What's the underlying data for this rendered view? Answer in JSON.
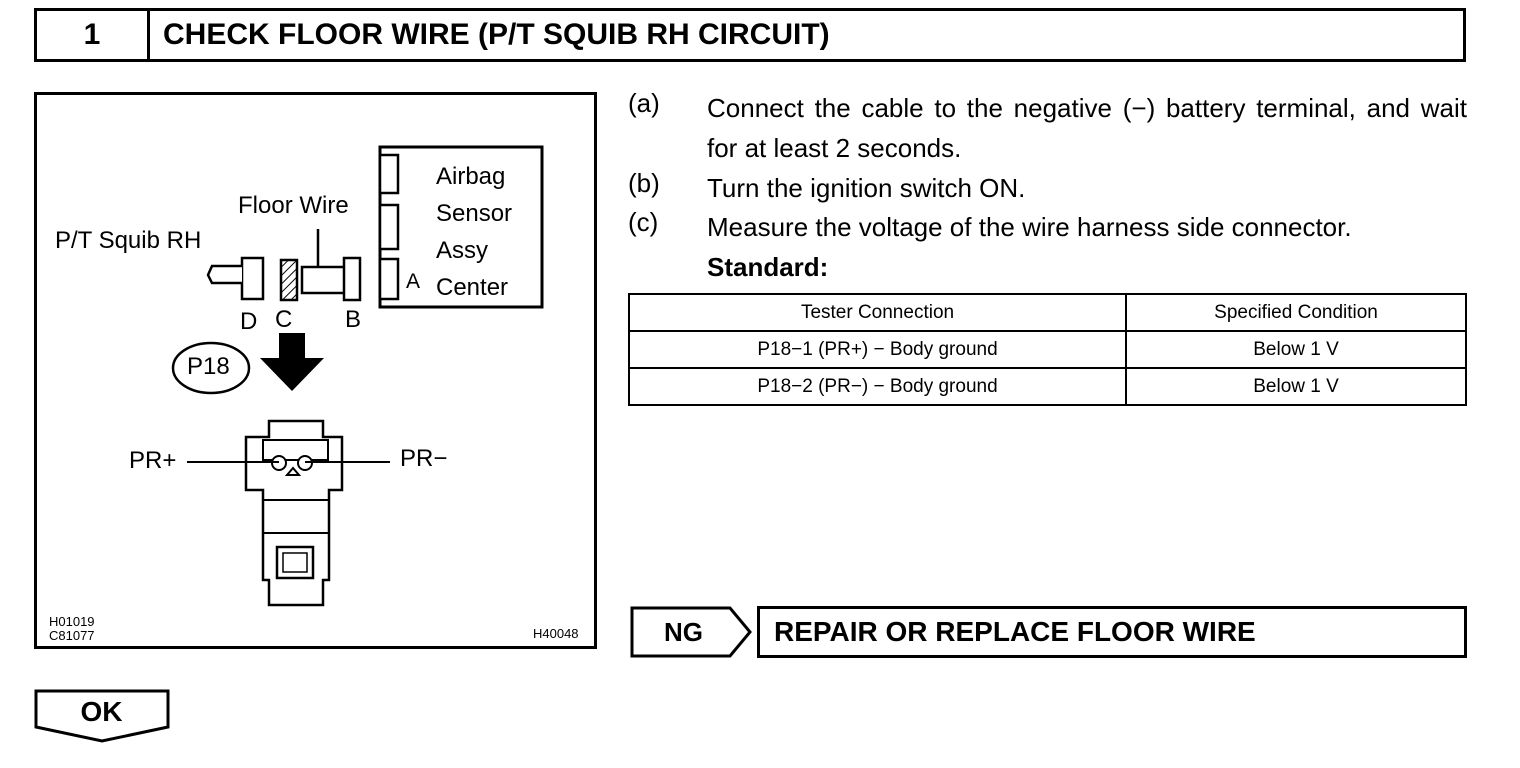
{
  "header": {
    "step_number": "1",
    "title": "CHECK FLOOR WIRE (P/T SQUIB RH CIRCUIT)"
  },
  "figure": {
    "labels": {
      "pt_squib": "P/T Squib RH",
      "floor_wire": "Floor Wire",
      "airbag": "Airbag",
      "sensor": "Sensor",
      "assy": "Assy",
      "center": "Center",
      "conn_a": "A",
      "conn_b": "B",
      "conn_c": "C",
      "conn_d": "D",
      "connector_id": "P18",
      "pr_plus": "PR+",
      "pr_minus": "PR−"
    },
    "codes": {
      "code1": "H01019",
      "code2": "C81077",
      "code3": "H40048"
    }
  },
  "instructions": [
    {
      "letter": "(a)",
      "text": "Connect the cable to the negative (−) battery terminal, and wait for at least 2 seconds."
    },
    {
      "letter": "(b)",
      "text": "Turn the ignition switch ON."
    },
    {
      "letter": "(c)",
      "text": "Measure the voltage of the wire harness side connector."
    }
  ],
  "standard_label": "Standard:",
  "spec_table": {
    "headers": [
      "Tester Connection",
      "Specified Condition"
    ],
    "rows": [
      [
        "P18−1 (PR+) − Body ground",
        "Below 1 V"
      ],
      [
        "P18−2 (PR−) − Body ground",
        "Below 1 V"
      ]
    ]
  },
  "ng": {
    "label": "NG",
    "action": "REPAIR OR REPLACE FLOOR WIRE"
  },
  "ok": {
    "label": "OK"
  }
}
